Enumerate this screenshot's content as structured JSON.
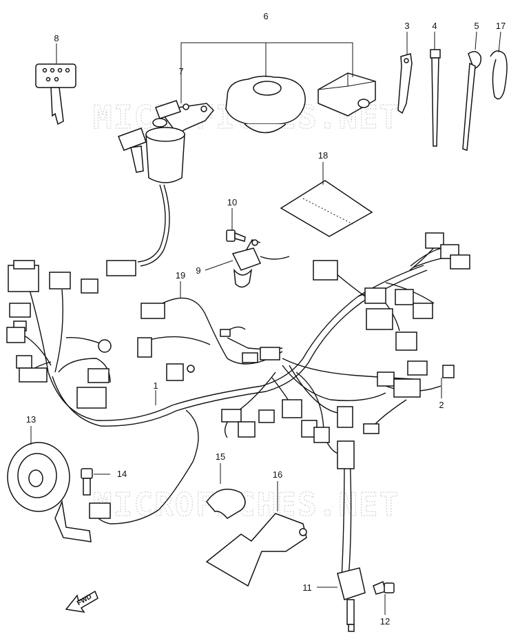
{
  "watermark": "MICROFICHES.NET",
  "direction_label": "FWD",
  "callouts": [
    "1",
    "2",
    "3",
    "4",
    "5",
    "6",
    "7",
    "8",
    "9",
    "10",
    "11",
    "12",
    "13",
    "14",
    "15",
    "16",
    "17",
    "18",
    "19"
  ]
}
